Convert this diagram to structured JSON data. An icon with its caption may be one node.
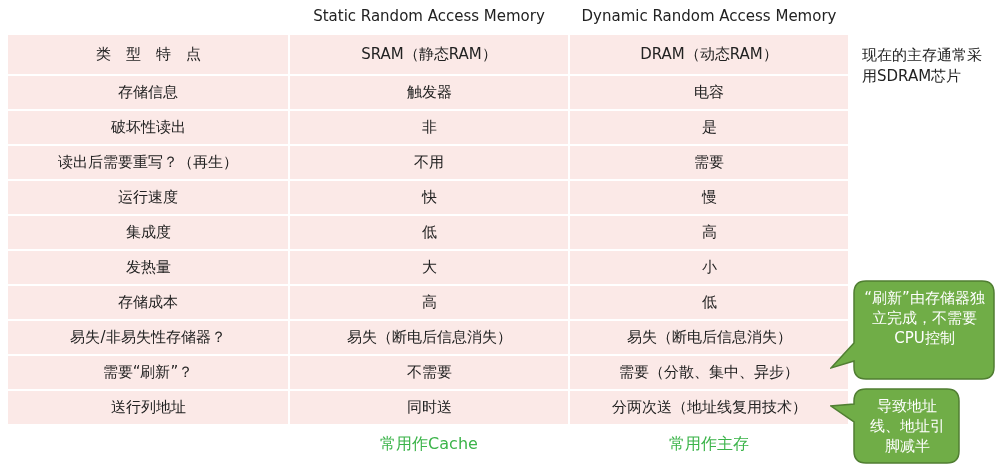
{
  "diagram": {
    "nodes": [
      {
        "text": [
          "“刷新”由存储器独立完成，不需要CPU控制"
        ]
      },
      {
        "text": [
          "导致地址线、地址引脚减半"
        ]
      }
    ],
    "labels": [
      "Static Random Access Memory",
      "Dynamic Random Access Memory",
      "类　型　特　点",
      "SRAM（静态RAM）",
      "DRAM（动态RAM）",
      "存储信息",
      "触发器",
      "电容",
      "破坏性读出",
      "非",
      "是",
      "读出后需要重写？（再生）",
      "不用",
      "需要",
      "运行速度",
      "快",
      "慢",
      "集成度",
      "低",
      "高",
      "发热量",
      "大",
      "小",
      "存储成本",
      "高",
      "低",
      "易失/非易失性存储器？",
      "易失（断电后信息消失）",
      "易失（断电后信息消失）",
      "需要“刷新”？",
      "不需要",
      "需要（分散、集中、异步）",
      "送行列地址",
      "同时送",
      "分两次送（地址线复用技术）",
      "常用作Cache",
      "常用作主存",
      "现在的主存通常采用SDRAM芯片"
    ]
  }
}
